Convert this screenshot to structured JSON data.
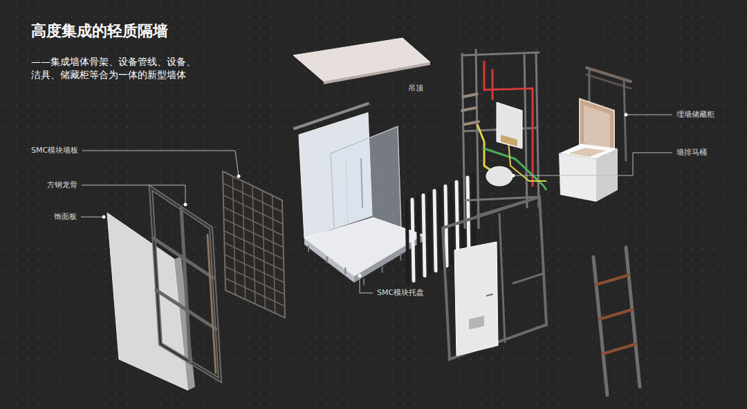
{
  "diagram": {
    "title": "高度集成的轻质隔墙",
    "caption": "——集成墙体骨架、设备管线、设备、 洁具、储藏柜等合为一体的新型墙体",
    "labels": [
      "吊顶",
      "埋墙储藏柜",
      "SMC模块墙板",
      "墙排马桶",
      "方钢龙骨",
      "饰面板",
      "SMC模块托盘"
    ]
  }
}
